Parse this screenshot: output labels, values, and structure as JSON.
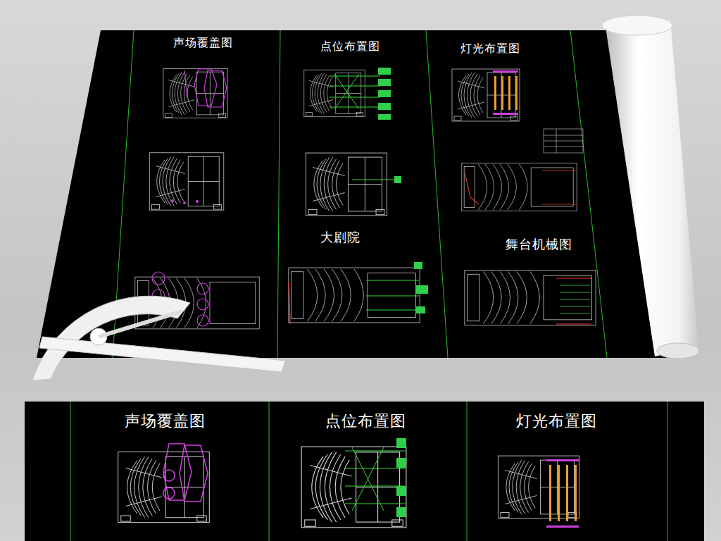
{
  "diagram": {
    "labels": [
      "声场覆盖图",
      "点位布置图",
      "灯光布置图",
      "大剧院",
      "舞台机械图",
      "声场覆盖图",
      "点位布置图",
      "灯光布置图"
    ]
  }
}
